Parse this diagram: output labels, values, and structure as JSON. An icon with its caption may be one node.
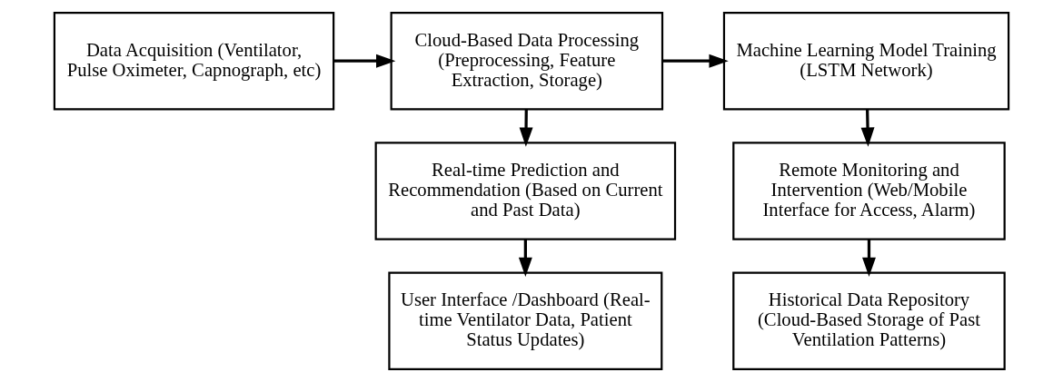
{
  "diagram": {
    "nodes": [
      {
        "text": [
          "Data Acquisition (Ventilator, Pulse Oximeter, Capnograph, etc)"
        ]
      },
      {
        "text": [
          "Cloud-Based Data Processing (Preprocessing, Feature Extraction, Storage)"
        ]
      },
      {
        "text": [
          "Machine Learning Model Training (LSTM Network)"
        ]
      },
      {
        "text": [
          "Real-time Prediction and Recommendation (Based on Current and Past Data)"
        ]
      },
      {
        "text": [
          "User Interface /Dashboard (Real-time Ventilator Data, Patient Status Updates)"
        ]
      },
      {
        "text": [
          "Remote Monitoring and Intervention (Web/Mobile Interface for Access, Alarm)"
        ]
      },
      {
        "text": [
          "Historical Data Repository (Cloud-Based Storage of Past Ventilation Patterns)"
        ]
      }
    ],
    "edges": [
      {
        "from": 0,
        "to": 1,
        "arrow": "to"
      },
      {
        "from": 1,
        "to": 2,
        "arrow": "to"
      },
      {
        "from": 1,
        "to": 3,
        "arrow": "to"
      },
      {
        "from": 3,
        "to": 4,
        "arrow": "to"
      },
      {
        "from": 2,
        "to": 5,
        "arrow": "to"
      },
      {
        "from": 5,
        "to": 6,
        "arrow": "to"
      }
    ]
  }
}
